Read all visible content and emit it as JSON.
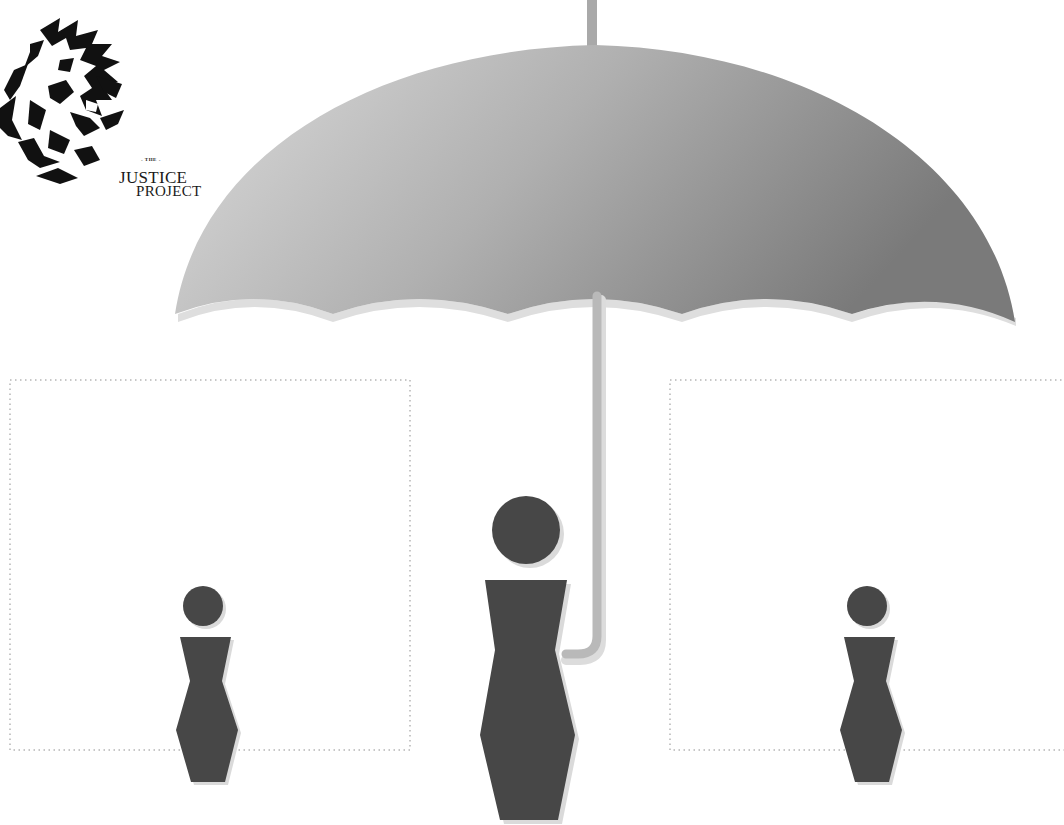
{
  "diagram": {
    "labels": [
      "- THE -",
      "JUSTICE",
      "PROJECT"
    ]
  }
}
